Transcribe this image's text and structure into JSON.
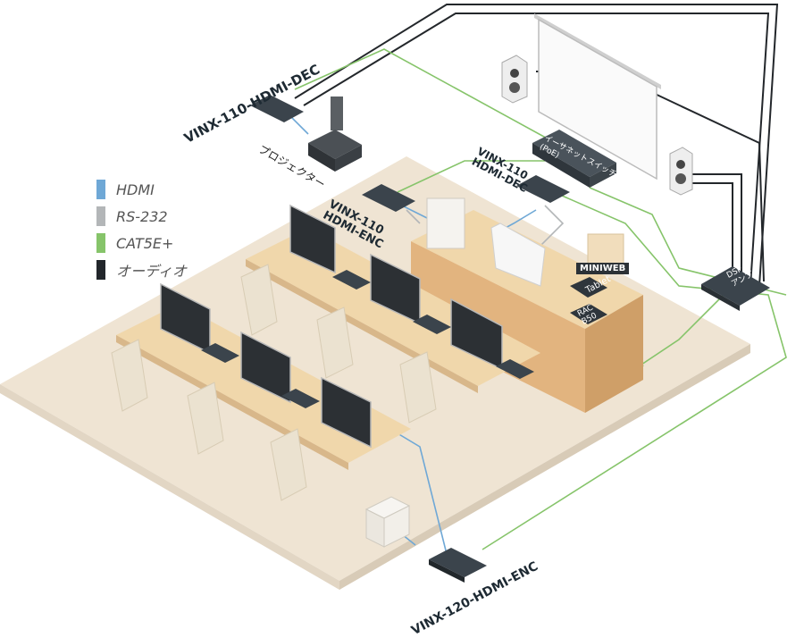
{
  "legend": [
    {
      "label": "HDMI",
      "color": "#6fa8d6"
    },
    {
      "label": "RS-232",
      "color": "#b3b6b8"
    },
    {
      "label": "CAT5E+",
      "color": "#86c46a"
    },
    {
      "label": "オーディオ",
      "color": "#22262b"
    }
  ],
  "devices": {
    "projector_decoder": "VINX-110-HDMI-DEC",
    "teacher_encoder": "VINX-110\nHDMI-ENC",
    "desk_decoder": "VINX-110\nHDMI-DEC",
    "bottom_encoder": "VINX-120-HDMI-ENC",
    "projector": "プロジェクター",
    "switch": "イーサネットスイッチ\n(PoE)",
    "dsp": "DSP\nアンプ",
    "miniweb": "MINIWEB",
    "tablet": "Tablet",
    "rac": "RAC\nB50"
  },
  "colors": {
    "floor": "#efe4d3",
    "desk": "#f0d7ab",
    "cabinet": "#e2b47f",
    "device": "#3b444c",
    "chair": "#ebe2d0"
  }
}
